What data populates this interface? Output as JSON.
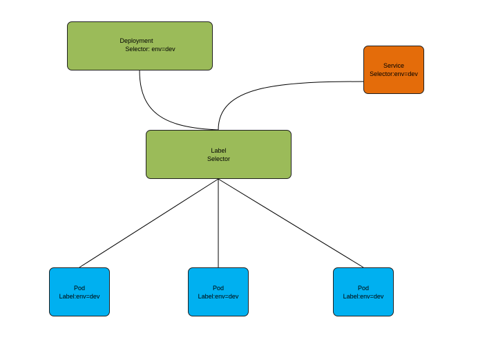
{
  "diagram": {
    "nodes": {
      "deployment": {
        "line1": "Deployment",
        "line2": "Selector: env=dev",
        "color": "#9bbb59"
      },
      "service": {
        "line1": "Service",
        "line2": "Selector:env=dev",
        "color": "#e46c0a"
      },
      "selector": {
        "line1": "Label",
        "line2": "Selector",
        "color": "#9bbb59"
      },
      "pods": [
        {
          "line1": "Pod",
          "line2": "Label:env=dev",
          "color": "#00b0f0"
        },
        {
          "line1": "Pod",
          "line2": "Label:env=dev",
          "color": "#00b0f0"
        },
        {
          "line1": "Pod",
          "line2": "Label:env=dev",
          "color": "#00b0f0"
        }
      ]
    },
    "edges": [
      {
        "from": "deployment",
        "to": "selector",
        "style": "curved"
      },
      {
        "from": "service",
        "to": "selector",
        "style": "curved"
      },
      {
        "from": "selector",
        "to": "pod-1",
        "style": "straight"
      },
      {
        "from": "selector",
        "to": "pod-2",
        "style": "straight"
      },
      {
        "from": "selector",
        "to": "pod-3",
        "style": "straight"
      }
    ]
  }
}
